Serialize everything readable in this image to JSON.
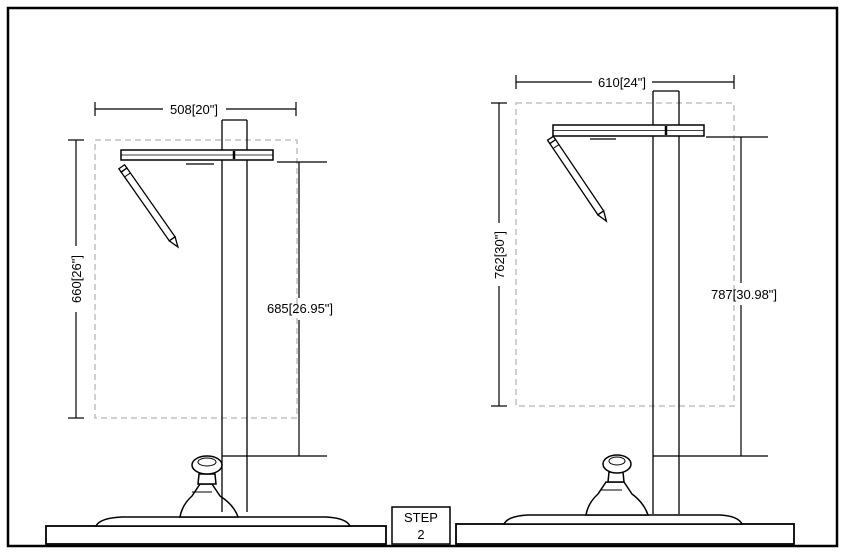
{
  "step": {
    "label": "STEP",
    "number": "2"
  },
  "left_figure": {
    "mirror_width": "508[20\"]",
    "mirror_height": "660[26\"]",
    "mount_height": "685[26.95\"]"
  },
  "right_figure": {
    "mirror_width": "610[24\"]",
    "mirror_height": "762[30\"]",
    "mount_height": "787[30.98\"]"
  },
  "colors": {
    "line": "#000000",
    "mirror_outline": "#c0c0c0"
  }
}
